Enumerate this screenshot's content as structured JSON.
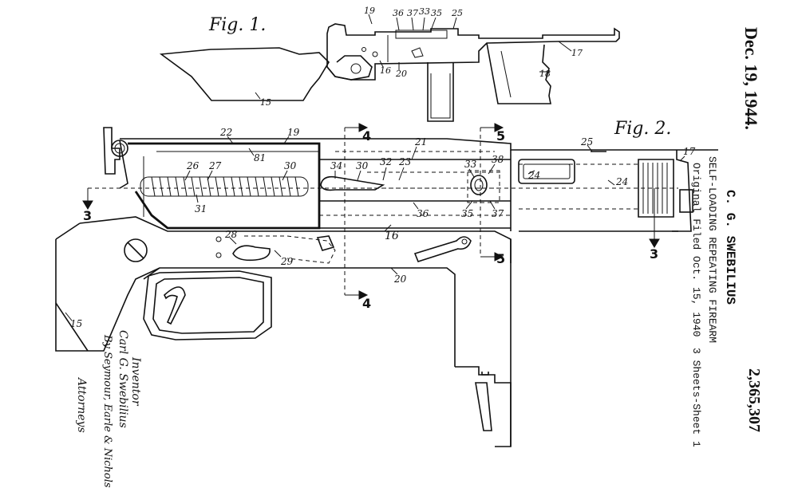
{
  "header": {
    "date": "Dec. 19, 1944.",
    "inventor": "C. G. SWEBILIUS",
    "patent_number": "2,365,307",
    "title": "SELF-LOADING REPEATING FIREARM",
    "filed": "Original Filed Oct. 15, 1940",
    "sheets": "3 Sheets-Sheet 1"
  },
  "figures": {
    "fig1_label": "Fig. 1.",
    "fig2_label": "Fig. 2."
  },
  "fig1_refs": {
    "r19": "19",
    "r36": "36",
    "r37": "37",
    "r33": "33",
    "r35": "35",
    "r25": "25",
    "r17": "17",
    "r18": "18",
    "r16": "16",
    "r20": "20",
    "r15": "15"
  },
  "fig2_refs": {
    "r22": "22",
    "r19": "19",
    "r21": "21",
    "r81": "81",
    "r26": "26",
    "r27": "27",
    "r30a": "30",
    "r34": "34",
    "r30b": "30",
    "r32": "32",
    "r23": "23",
    "r33": "33",
    "r38": "38",
    "r24a": "24",
    "r25": "25",
    "r24b": "24",
    "r17": "17",
    "r31": "31",
    "r36": "36",
    "r35": "35",
    "r37": "37",
    "r16": "16",
    "r28": "28",
    "r29": "29",
    "r20": "20",
    "r15": "15"
  },
  "section_marks": {
    "s4_top": "4",
    "s4_bottom": "4",
    "s5_top": "5",
    "s5_bottom": "5",
    "s3_left": "3",
    "s3_right": "3"
  },
  "signature": {
    "line1": "Carl G. Swebilius",
    "line2": "Inventor",
    "line3": "By Seymour, Earle & Nichols",
    "line4": "Attorneys"
  }
}
